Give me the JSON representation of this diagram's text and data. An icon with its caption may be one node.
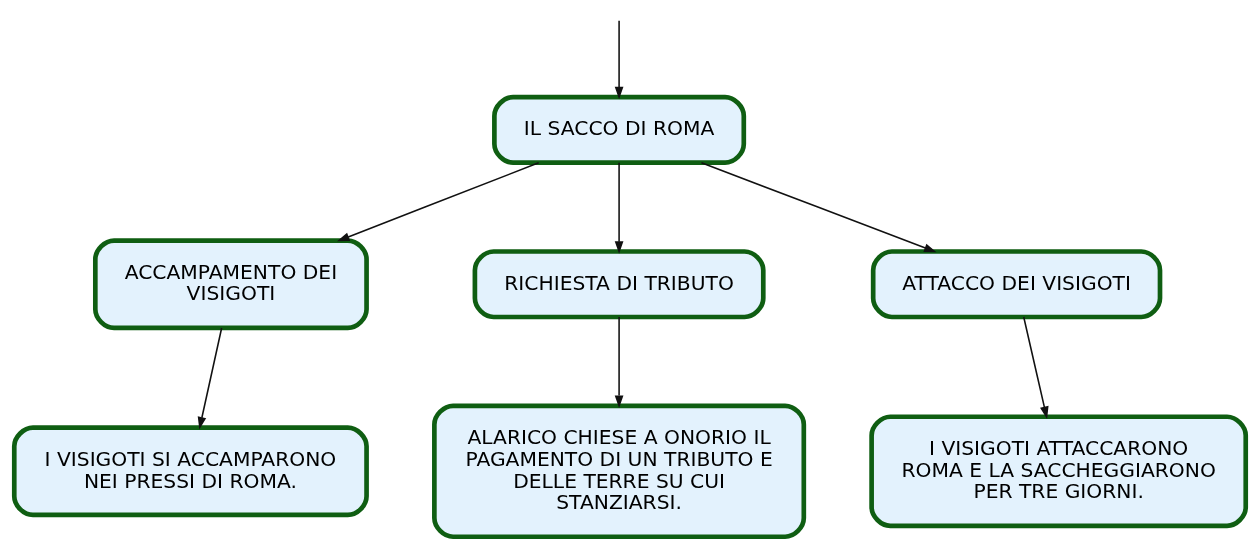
{
  "diagram": {
    "nodes": [
      {
        "text": [
          "IL SACCO DI ROMA"
        ]
      },
      {
        "text": [
          "ACCAMPAMENTO DEI VISIGOTI"
        ]
      },
      {
        "text": [
          "RICHIESTA DI TRIBUTO"
        ]
      },
      {
        "text": [
          "ATTACCO DEI VISIGOTI"
        ]
      },
      {
        "text": [
          "I VISIGOTI SI ACCAMPARONO NEI PRESSI DI ROMA."
        ]
      },
      {
        "text": [
          "ALARICO CHIESE A ONORIO IL PAGAMENTO DI UN TRIBUTO E DELLE TERRE SU CUI STANZIARSI."
        ]
      },
      {
        "text": [
          "I VISIGOTI ATTACCARONO ROMA E LA SACCHEGGIARONO PER TRE GIORNI."
        ]
      }
    ],
    "edges": [
      {
        "from": null,
        "to": 0,
        "arrow": "to"
      },
      {
        "from": 0,
        "to": 1,
        "arrow": "to"
      },
      {
        "from": 0,
        "to": 2,
        "arrow": "to"
      },
      {
        "from": 0,
        "to": 3,
        "arrow": "to"
      },
      {
        "from": 1,
        "to": 4,
        "arrow": "to"
      },
      {
        "from": 2,
        "to": 5,
        "arrow": "to"
      },
      {
        "from": 3,
        "to": 6,
        "arrow": "to"
      }
    ]
  }
}
